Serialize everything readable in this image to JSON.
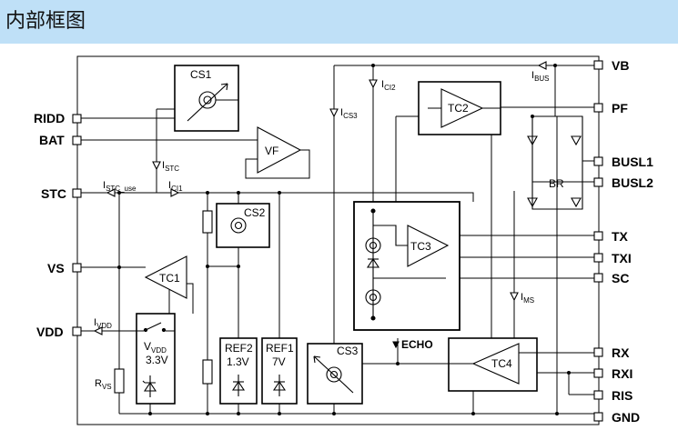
{
  "header": {
    "title": "内部框图"
  },
  "pins_left": {
    "ridd": "RIDD",
    "bat": "BAT",
    "stc": "STC",
    "vs": "VS",
    "vdd": "VDD"
  },
  "pins_right": {
    "vb": "VB",
    "pf": "PF",
    "busl1": "BUSL1",
    "busl2": "BUSL2",
    "tx": "TX",
    "txi": "TXI",
    "sc": "SC",
    "rx": "RX",
    "rxi": "RXI",
    "ris": "RIS",
    "gnd": "GND"
  },
  "blocks": {
    "cs1": "CS1",
    "cs2": "CS2",
    "cs3": "CS3",
    "tc1": "TC1",
    "tc2": "TC2",
    "tc3": "TC3",
    "tc4": "TC4",
    "vf": "VF",
    "br": "BR",
    "ref2_name": "REF2",
    "ref2_value": "1.3V",
    "ref1_name": "REF1",
    "ref1_value": "7V",
    "vvdd_main": "V",
    "vvdd_sub": "VDD",
    "vvdd_value": "3.3V",
    "echo": "ECHO"
  },
  "currents": {
    "i_main": "I",
    "bus": "BUS",
    "ci2": "CI2",
    "cs3": "CS3",
    "stc": "STC",
    "stc_use": "STC_use",
    "ci1": "CI1",
    "vdd": "VDD",
    "ms": "MS",
    "r_main": "R",
    "vs": "VS"
  }
}
